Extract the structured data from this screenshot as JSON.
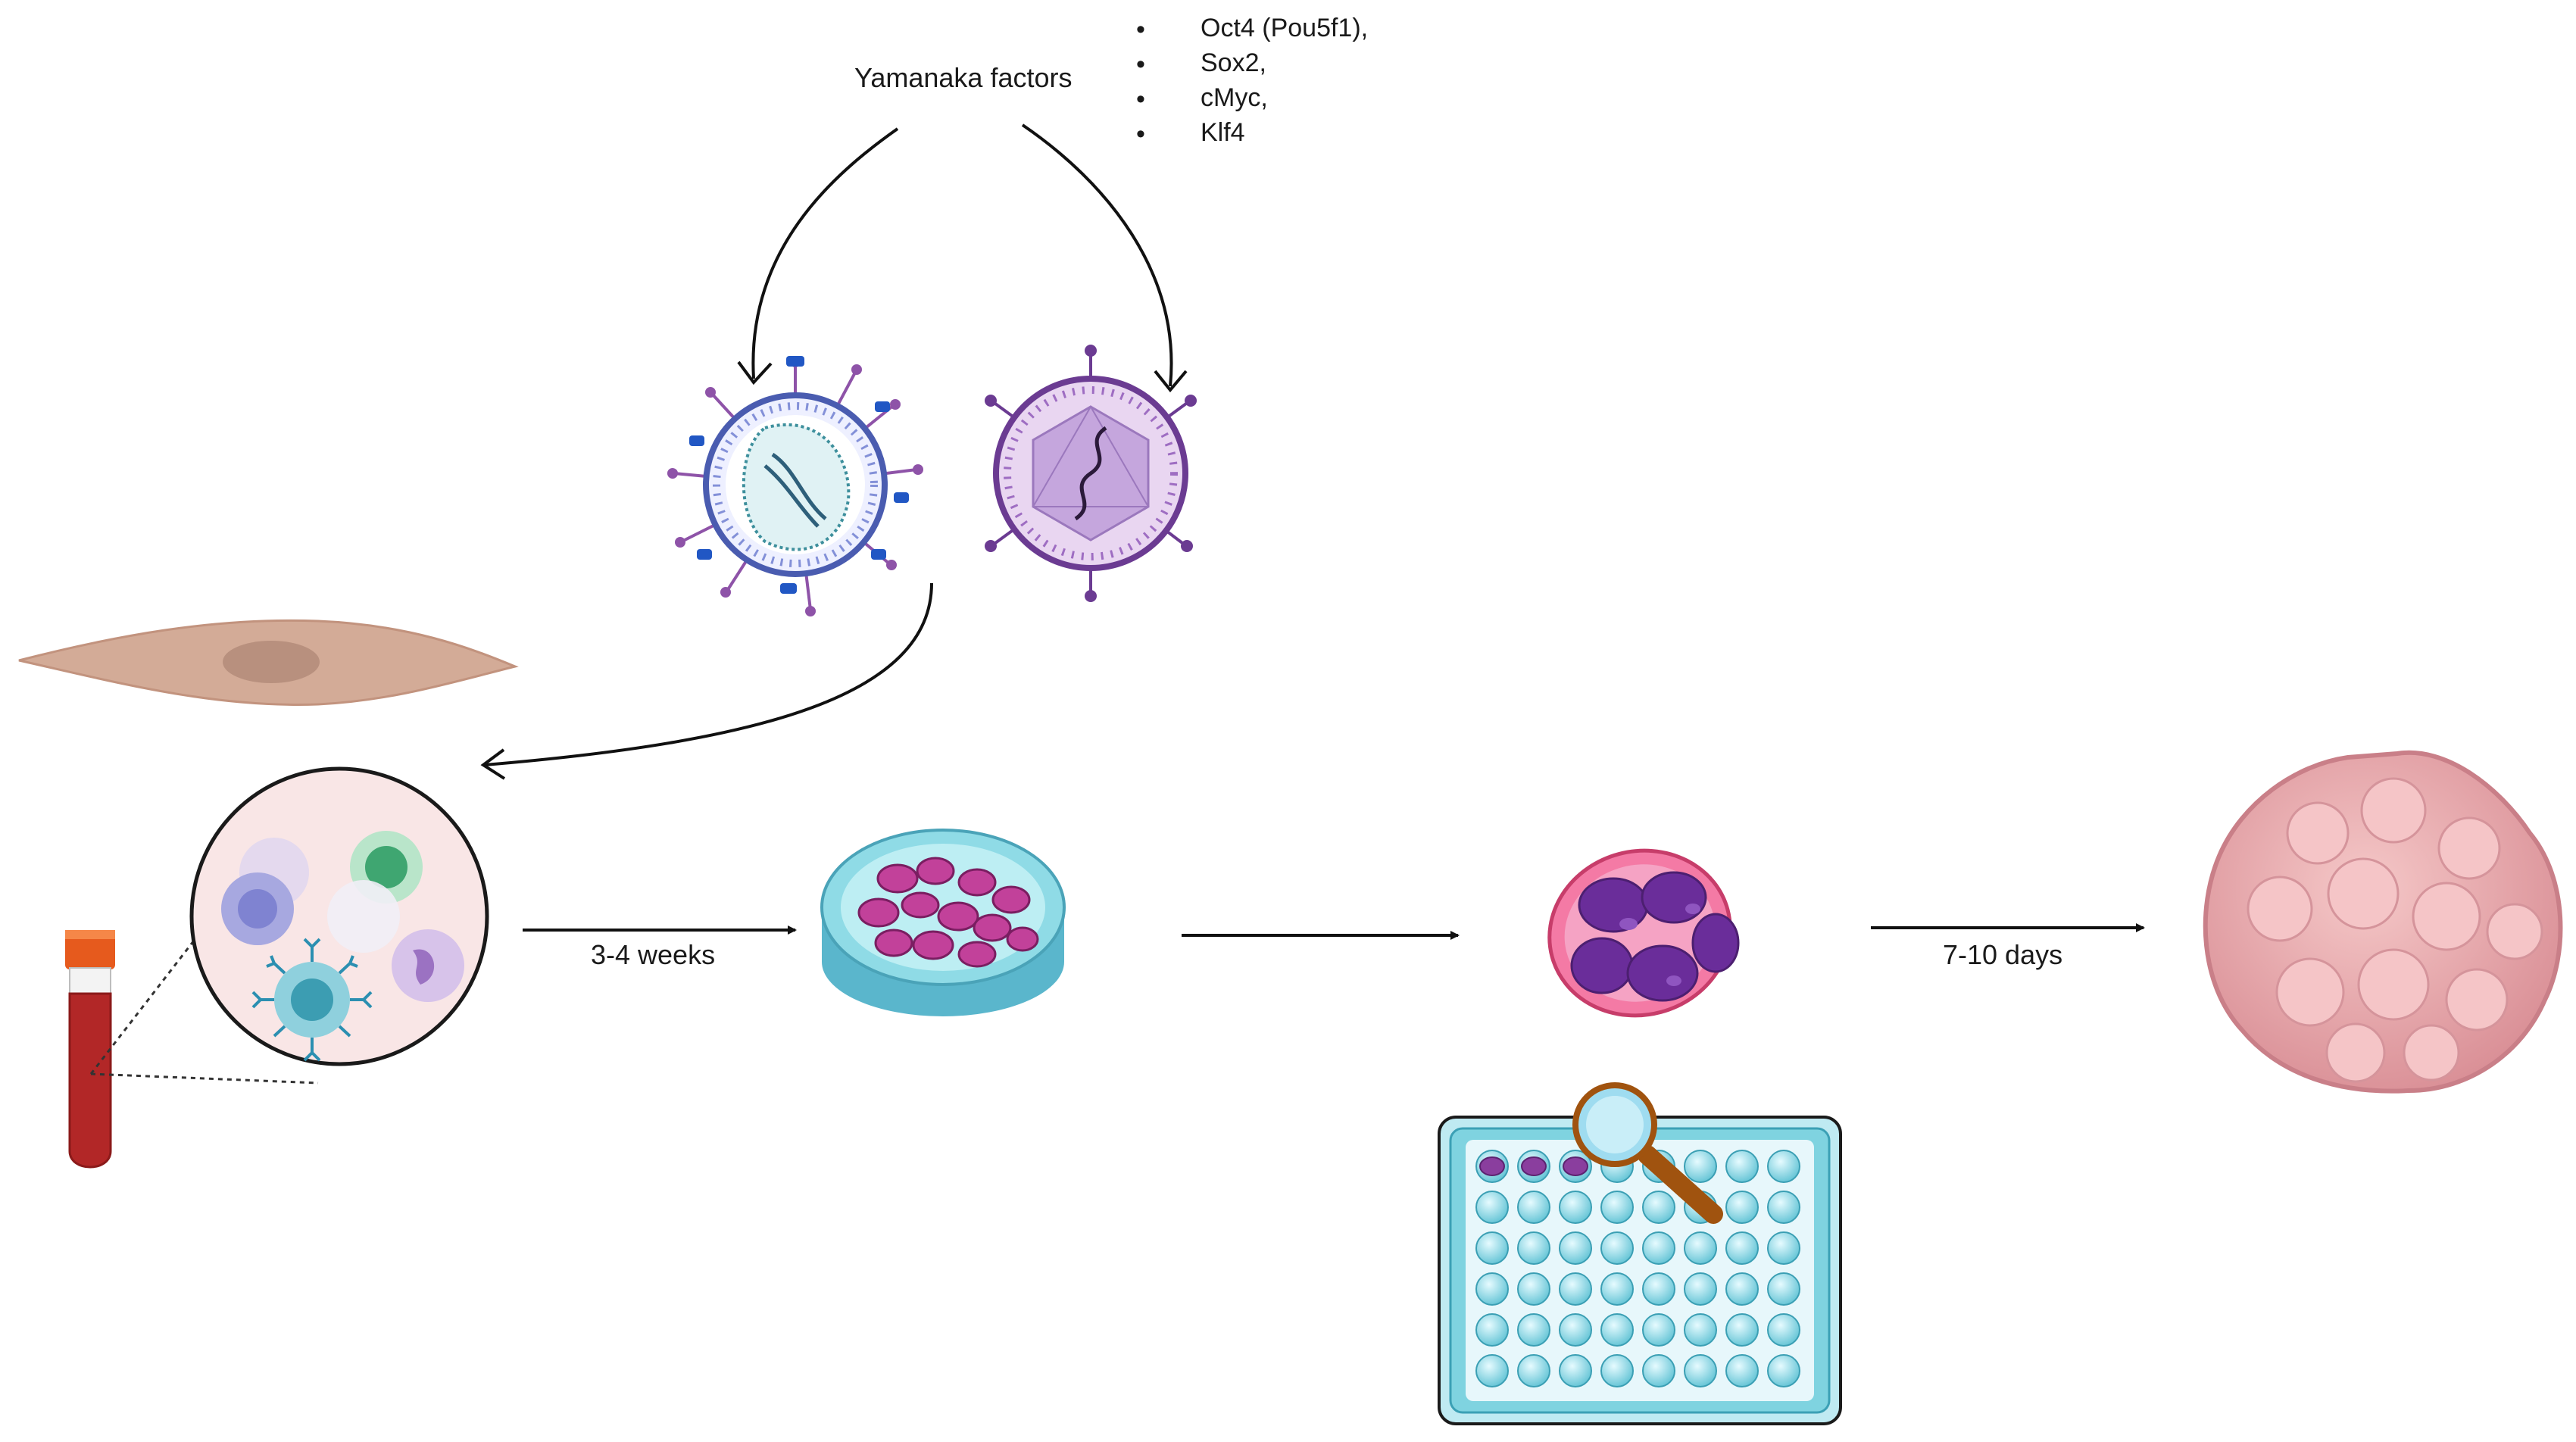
{
  "factors": {
    "title": "Yamanaka factors",
    "items": [
      "Oct4 (Pou5f1),",
      "Sox2,",
      "cMyc,",
      "Klf4"
    ],
    "bullet": "•"
  },
  "steps": {
    "step1_time": "3-4 weeks",
    "step3_time": "7-10 days"
  },
  "colors": {
    "virus1": "#4a5cb0",
    "virus2": "#7e4fa0",
    "fibroblast": "#d3ab97",
    "dish": "#7fd3e0",
    "colony": "#c2419a",
    "organoid": "#e7a7ac",
    "tube": "#c42f2f"
  }
}
